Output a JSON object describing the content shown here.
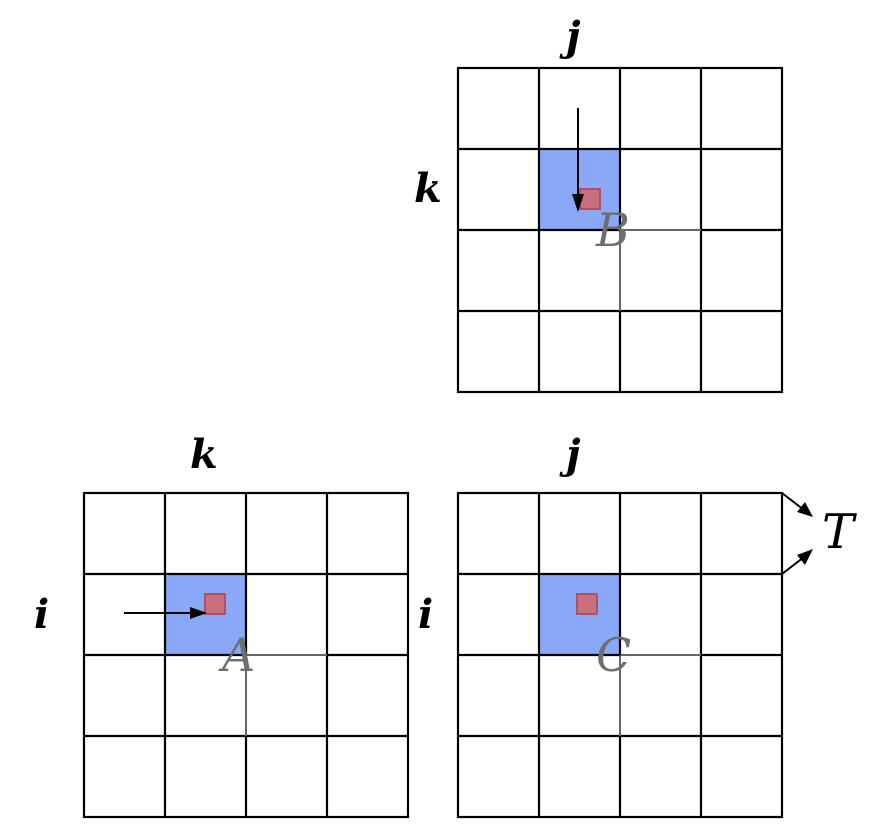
{
  "colors": {
    "tile": "#8aa8f8",
    "element": "#c9707e",
    "grid": "#000000",
    "matrix_label": "#6e6e6e"
  },
  "matrices": {
    "B": {
      "name": "B",
      "row_label": "k",
      "col_label": "j",
      "rows": 4,
      "cols": 4,
      "highlight_row": 1,
      "highlight_col": 1
    },
    "A": {
      "name": "A",
      "row_label": "i",
      "col_label": "k",
      "rows": 4,
      "cols": 4,
      "highlight_row": 1,
      "highlight_col": 1
    },
    "C": {
      "name": "C",
      "row_label": "i",
      "col_label": "j",
      "rows": 4,
      "cols": 4,
      "highlight_row": 1,
      "highlight_col": 1
    }
  },
  "tile_label": "T"
}
